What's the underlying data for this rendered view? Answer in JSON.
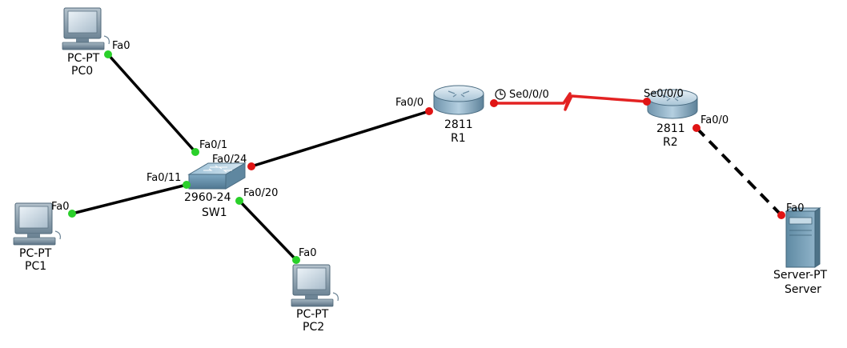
{
  "colors": {
    "link_up": "#2ad02a",
    "link_down": "#e01414",
    "serial_link": "#e32222",
    "ethernet_link": "#000000"
  },
  "devices": {
    "pc0": {
      "model": "PC-PT",
      "name": "PC0"
    },
    "pc1": {
      "model": "PC-PT",
      "name": "PC1"
    },
    "pc2": {
      "model": "PC-PT",
      "name": "PC2"
    },
    "sw1": {
      "model": "2960-24",
      "name": "SW1"
    },
    "r1": {
      "model": "2811",
      "name": "R1"
    },
    "r2": {
      "model": "2811",
      "name": "R2"
    },
    "server": {
      "model": "Server-PT",
      "name": "Server"
    }
  },
  "ports": {
    "pc0_fa0": "Fa0",
    "sw1_fa0_1": "Fa0/1",
    "sw1_fa0_24": "Fa0/24",
    "sw1_fa0_11": "Fa0/11",
    "sw1_fa0_20": "Fa0/20",
    "pc1_fa0": "Fa0",
    "pc2_fa0": "Fa0",
    "r1_fa0_0": "Fa0/0",
    "r1_se0_0_0": "Se0/0/0",
    "r2_se0_0_0": "Se0/0/0",
    "r2_fa0_0": "Fa0/0",
    "server_fa0": "Fa0"
  },
  "links": [
    {
      "from": "PC0 Fa0",
      "to": "SW1 Fa0/1",
      "type": "copper-straight",
      "status": "up"
    },
    {
      "from": "PC1 Fa0",
      "to": "SW1 Fa0/11",
      "type": "copper-straight",
      "status": "up"
    },
    {
      "from": "PC2 Fa0",
      "to": "SW1 Fa0/20",
      "type": "copper-straight",
      "status": "up"
    },
    {
      "from": "SW1 Fa0/24",
      "to": "R1 Fa0/0",
      "type": "copper-straight",
      "status": "down"
    },
    {
      "from": "R1 Se0/0/0",
      "to": "R2 Se0/0/0",
      "type": "serial-dce",
      "status": "down"
    },
    {
      "from": "R2 Fa0/0",
      "to": "Server Fa0",
      "type": "copper-cross",
      "status": "down"
    }
  ]
}
